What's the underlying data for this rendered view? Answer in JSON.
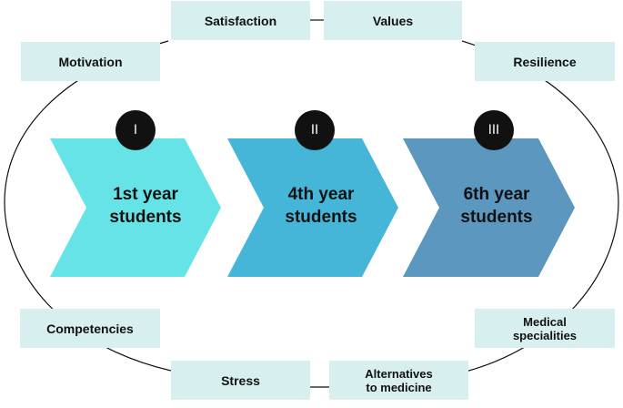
{
  "stages": [
    {
      "numeral": "I",
      "label_line1": "1st year",
      "label_line2": "students",
      "color": "#66e3e6"
    },
    {
      "numeral": "II",
      "label_line1": "4th year",
      "label_line2": "students",
      "color": "#46b6d8"
    },
    {
      "numeral": "III",
      "label_line1": "6th year",
      "label_line2": "students",
      "color": "#5b97bf"
    }
  ],
  "factors": {
    "satisfaction": "Satisfaction",
    "values": "Values",
    "motivation": "Motivation",
    "resilience": "Resilience",
    "competencies": "Competencies",
    "medical_specialities_line1": "Medical",
    "medical_specialities_line2": "specialities",
    "stress": "Stress",
    "alternatives_line1": "Alternatives",
    "alternatives_line2": "to medicine"
  },
  "colors": {
    "tag_background": "#d8eff0",
    "numeral_circle": "#111111",
    "outline": "#111111"
  }
}
